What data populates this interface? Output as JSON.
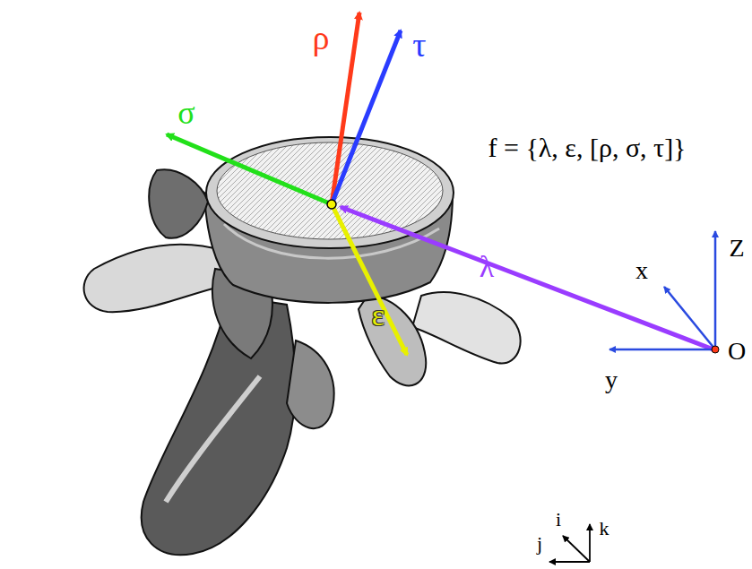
{
  "diagram": {
    "labels": [
      "ρ",
      "τ",
      "σ",
      "f = {λ, ε, [ρ, σ, τ]}",
      "λ",
      "ε",
      "x",
      "Z",
      "y",
      "O",
      "i",
      "k",
      "j"
    ]
  }
}
